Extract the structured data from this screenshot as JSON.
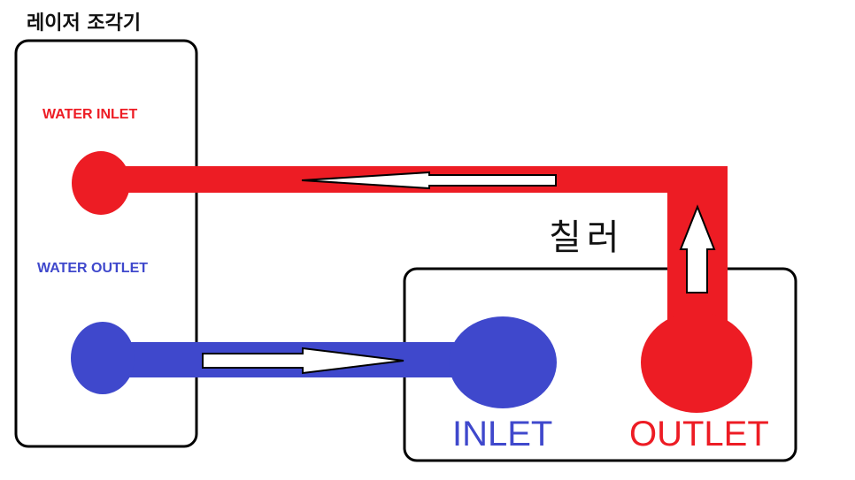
{
  "labels": {
    "laser_engraver": "레이저 조각기",
    "water_inlet": "WATER INLET",
    "water_outlet": "WATER OUTLET",
    "chiller": "칠러",
    "chiller_inlet": "INLET",
    "chiller_outlet": "OUTLET"
  },
  "colors": {
    "hot": "#ed1c24",
    "cold": "#3f48cc",
    "outline": "#000000",
    "arrow_fill": "#ffffff"
  }
}
